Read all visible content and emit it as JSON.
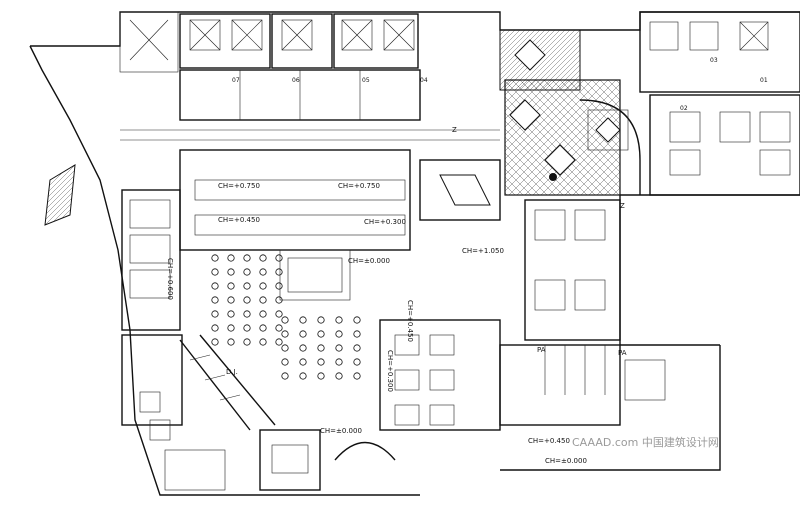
{
  "plan": {
    "level_labels": [
      "CH=+0.750",
      "CH=+0.750",
      "CH=+0.450",
      "CH=+0.300",
      "CH=+0.600",
      "CH=±0.000",
      "CH=±0.000",
      "CH=±0.000",
      "CH=+1.050",
      "CH=+0.450",
      "CH=+0.300",
      "CH=+0.450"
    ],
    "room_numbers": [
      "07",
      "06",
      "05",
      "04",
      "03",
      "02",
      "01"
    ],
    "watermark": "CAAAD.com 中国建筑设计网",
    "marks": [
      "PA",
      "PA",
      "Z",
      "Z",
      "D.J."
    ]
  }
}
